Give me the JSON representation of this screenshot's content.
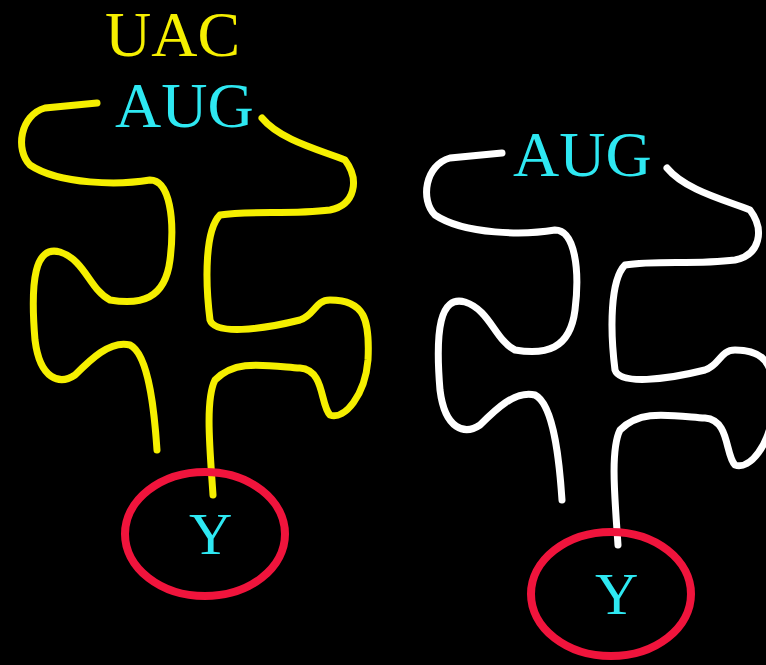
{
  "diagram": {
    "nodes": [
      {
        "text": [
          "Y"
        ]
      },
      {
        "text": [
          "Y"
        ]
      }
    ],
    "labels": [
      "UAC",
      "AUG",
      "AUG"
    ]
  }
}
